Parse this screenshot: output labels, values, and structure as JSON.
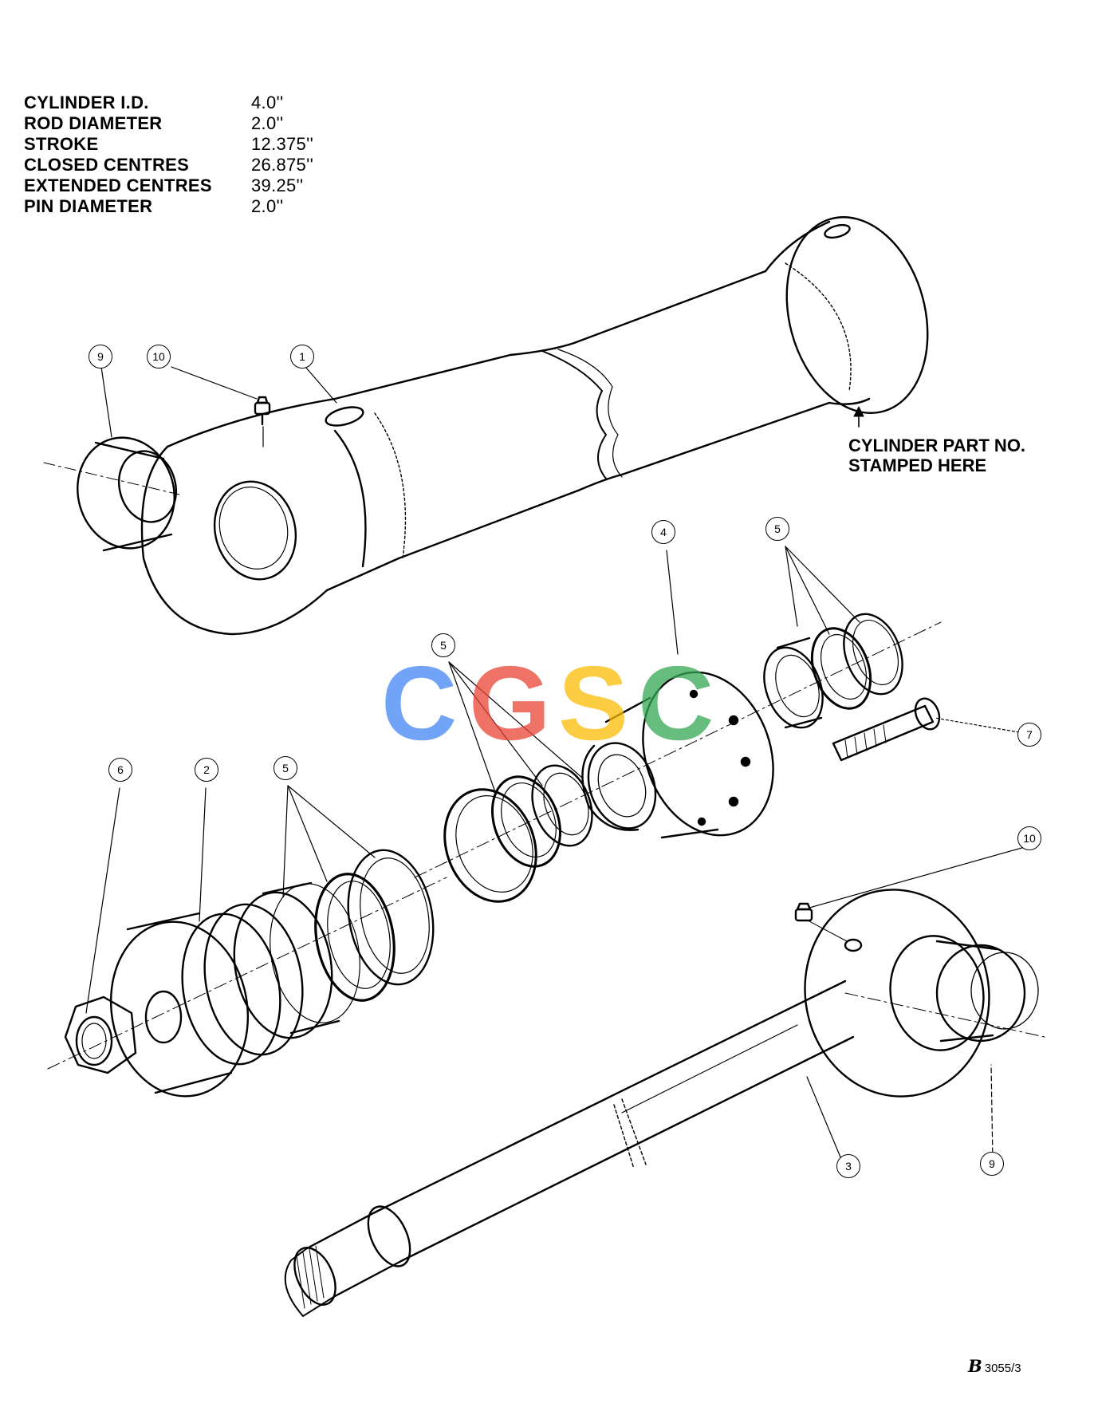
{
  "specs": [
    {
      "label": "CYLINDER I.D.",
      "value": "4.0''"
    },
    {
      "label": "ROD DIAMETER",
      "value": "2.0''"
    },
    {
      "label": "STROKE",
      "value": "12.375''"
    },
    {
      "label": "CLOSED CENTRES",
      "value": "26.875''"
    },
    {
      "label": "EXTENDED CENTRES",
      "value": "39.25''"
    },
    {
      "label": "PIN DIAMETER",
      "value": "2.0''"
    }
  ],
  "stamp_note": {
    "line1": "CYLINDER PART NO.",
    "line2": "STAMPED HERE"
  },
  "callouts": {
    "c1": "1",
    "c2": "2",
    "c3": "3",
    "c4": "4",
    "c5a": "5",
    "c5b": "5",
    "c5c": "5",
    "c6": "6",
    "c7": "7",
    "c9a": "9",
    "c9b": "9",
    "c10a": "10",
    "c10b": "10"
  },
  "watermark": {
    "text": "CGSC",
    "colors": [
      "#4285f4",
      "#ea4335",
      "#fbbc05",
      "#34a853"
    ]
  },
  "drawing_ref": {
    "number": "3055/3"
  }
}
